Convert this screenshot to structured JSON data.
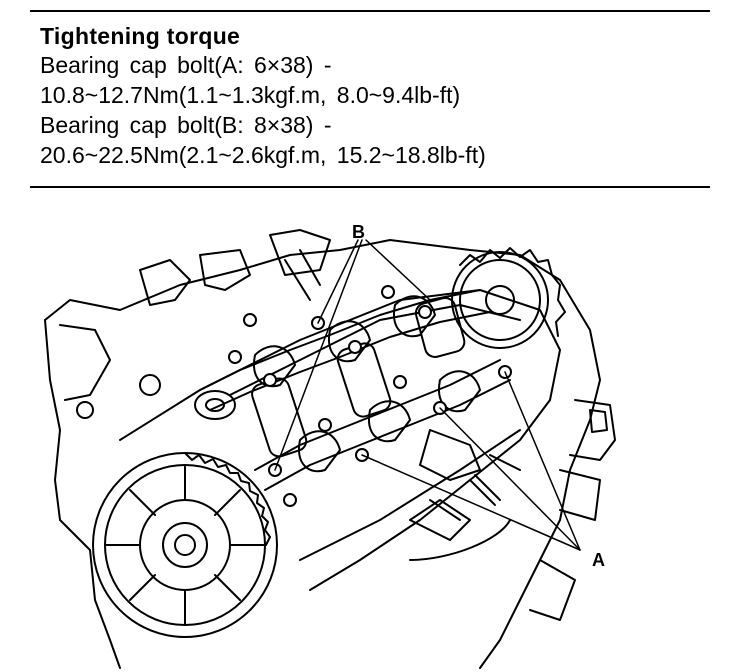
{
  "spec": {
    "title": "Tightening torque",
    "lines": [
      "Bearing cap bolt(A: 6×38) -",
      "10.8~12.7Nm(1.1~1.3kgf.m, 8.0~9.4lb-ft)",
      "Bearing cap bolt(B: 8×38) -",
      "20.6~22.5Nm(2.1~2.6kgf.m, 15.2~18.8lb-ft)"
    ]
  },
  "figure": {
    "callout_a": "A",
    "callout_b": "B"
  }
}
